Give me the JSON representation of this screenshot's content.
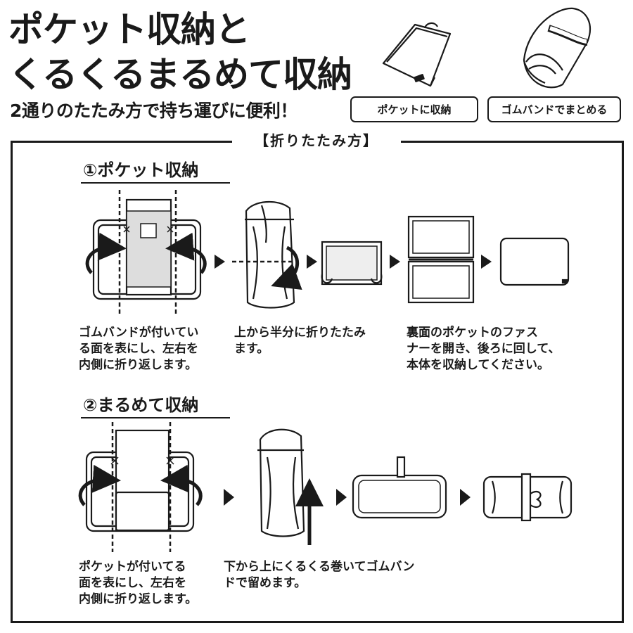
{
  "header": {
    "title_line1": "ポケット収納と",
    "title_line2": "くるくるまるめて収納",
    "subtitle": "2通りのたたみ方で持ち運びに便利！",
    "badge_pocket": "ポケットに収納",
    "badge_band": "ゴムバンドでまとめる"
  },
  "section_label": "【折りたたみ方】",
  "method1": {
    "title": "①ポケット収納",
    "step1": "ゴムバンドが付いてい\nる面を表にし、左右を\n内側に折り返します。",
    "step2": "上から半分に折りたたみ\nます。",
    "step3": "裏面のポケットのファス\nナーを開き、後ろに回して、\n本体を収納してください。"
  },
  "method2": {
    "title": "②まるめて収納",
    "step1": "ポケットが付いてる\n面を表にし、左右を\n内側に折り返します。",
    "step2": "下から上にくるくる巻いてゴムバン\nドで留めます。"
  },
  "colors": {
    "ink": "#1a1a1a",
    "band": "#cccccc",
    "panel": "#e6e6e6"
  }
}
